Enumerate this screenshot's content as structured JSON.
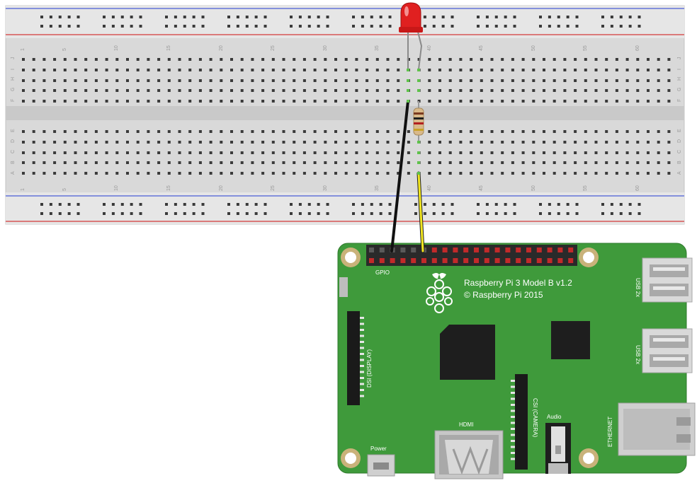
{
  "breadboard": {
    "column_labels": [
      "1",
      "5",
      "10",
      "15",
      "20",
      "25",
      "30",
      "35",
      "40",
      "45",
      "50",
      "55",
      "60"
    ],
    "top_row_labels": [
      "J",
      "I",
      "H",
      "G",
      "F"
    ],
    "bottom_row_labels": [
      "E",
      "D",
      "C",
      "B",
      "A"
    ]
  },
  "pi": {
    "model_line": "Raspberry Pi 3 Model B v1.2",
    "copyright_line": "© Raspberry Pi 2015",
    "gpio_label": "GPIO",
    "display_label": "DSI (DISPLAY)",
    "camera_label": "CSI (CAMERA)",
    "hdmi_label": "HDMI",
    "audio_label": "Audio",
    "power_label": "Power",
    "usb_label_top": "USB 2x",
    "usb_label_bottom": "USB 2x",
    "ethernet_label": "ETHERNET"
  },
  "colors": {
    "board_green": "#3f9a3b",
    "breadboard": "#dcdcdc",
    "rail_red": "#d43a3a",
    "rail_blue": "#4a5ed6",
    "led_red": "#e02020",
    "wire_black": "#1a1a1a",
    "wire_yellow": "#f2e620"
  }
}
